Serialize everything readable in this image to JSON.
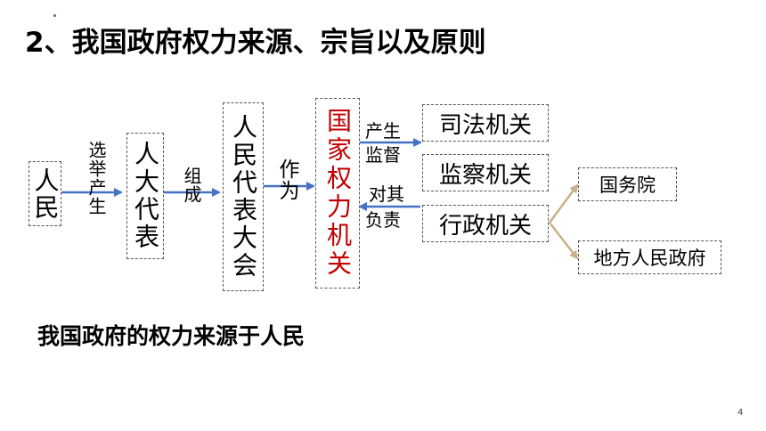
{
  "title": "2、我国政府权力来源、宗旨以及原则",
  "nodes": {
    "people": "人民",
    "npc_deputies": "人大代表",
    "npc": "人民代表大会",
    "state_power_organ": "国家权力机关",
    "judicial": "司法机关",
    "supervisory": "监察机关",
    "administrative": "行政机关",
    "state_council": "国务院",
    "local_government": "地方人民政府"
  },
  "edge_labels": {
    "elect_produce": "选举产生",
    "form": "组成",
    "act_as": "作为",
    "produce_supervise": [
      "产生",
      "监督"
    ],
    "responsible_to": [
      "对其",
      "负责"
    ]
  },
  "conclusion": "我国政府的权力来源于人民",
  "page_number": "4",
  "colors": {
    "arrow_blue": "#4472C4",
    "branch_tan": "#C8B08A",
    "highlight_red": "#C00000"
  }
}
